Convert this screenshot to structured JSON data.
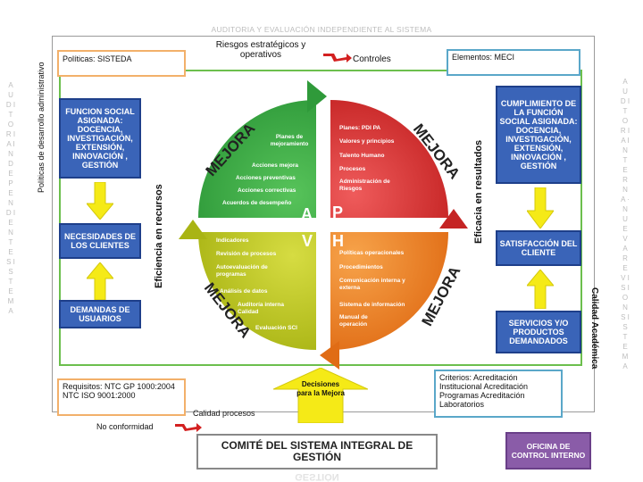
{
  "header": {
    "title": "AUDITORIA Y EVALUACIÓN INDEPENDIENTE AL SISTEMA"
  },
  "left_vertical_outer": "A U D I T O R I A   I N D E P E N D I E N T E   S I S T E M A",
  "right_vertical_outer": "A U D I T O R I A   I N T E R N A   ·   N U E V A   R E V I S I O N   S I S T E M A",
  "left_vertical_inner": "Políticas de desarrollo administrativo",
  "top_boxes": {
    "politicas": "Políticas: SISTEDA",
    "riesgos": "Riesgos estratégicos y operativos",
    "controles": "Controles",
    "elementos": "Elementos: MECI"
  },
  "left_column": {
    "funcion_social": "FUNCION SOCIAL ASIGNADA: DOCENCIA, INVESTIGACIÓN, EXTENSIÓN, INNOVACIÓN , GESTIÓN",
    "necesidades": "NECESIDADES DE LOS CLIENTES",
    "demandas": "DEMANDAS DE USUARIOS",
    "eficiencia": "Eficiencia en recursos"
  },
  "right_column": {
    "cumplimiento": "CUMPLIMIENTO DE LA FUNCIÓN SOCIAL ASIGNADA: DOCENCIA, INVESTIGACIÓN, EXTENSIÓN, INNOVACIÓN , GESTIÓN",
    "satisfaccion": "SATISFACCIÓN DEL CLIENTE",
    "servicios": "SERVICIOS Y/O PRODUCTOS DEMANDADOS",
    "eficacia": "Eficacia en resultados",
    "calidad_academica": "Calidad Académica"
  },
  "cycle": {
    "mejora": "MEJORA",
    "letters": {
      "A": "A",
      "P": "P",
      "V": "V",
      "H": "H"
    },
    "quad_A": [
      "Planes de mejoramiento",
      "Acciones mejora",
      "Acciones preventivas",
      "Acciones correctivas",
      "Acuerdos de desempeño"
    ],
    "quad_P": [
      "Planes: PDI  PA",
      "Valores y principios",
      "Talento Humano",
      "Procesos",
      "Administración de Riesgos"
    ],
    "quad_V": [
      "Indicadores",
      "Revisión de procesos",
      "Autoevaluación de programas",
      "Análisis de datos",
      "Auditoría interna Calidad",
      "Evaluación SCI"
    ],
    "quad_H": [
      "Políticas operacionales",
      "Procedimientos",
      "Comunicación interna y externa",
      "Sistema de información",
      "Manual de operación"
    ]
  },
  "bottom": {
    "requisitos": "Requisitos: NTC GP 1000:2004 NTC ISO 9001:2000",
    "decisiones": "Decisiones para la Mejora",
    "criterios": "Criterios: Acreditación Institucional Acreditación Programas Acreditación Laboratorios",
    "calidad_procesos": "Calidad procesos",
    "no_conformidad": "No conformidad",
    "comite": "COMITÉ DEL SISTEMA INTEGRAL DE GESTIÓN",
    "oficina": "OFICINA DE CONTROL INTERNO",
    "comite_reflection": "GESTIÓN"
  },
  "colors": {
    "quad_A": "#2f9a3a",
    "quad_P": "#d92f2f",
    "quad_V": "#b9c520",
    "quad_H": "#ee7d1f",
    "blue": "#3a64b8",
    "yellow": "#f5ea17",
    "purple": "#8a5ca8",
    "green_frame": "#6cbf4d"
  }
}
